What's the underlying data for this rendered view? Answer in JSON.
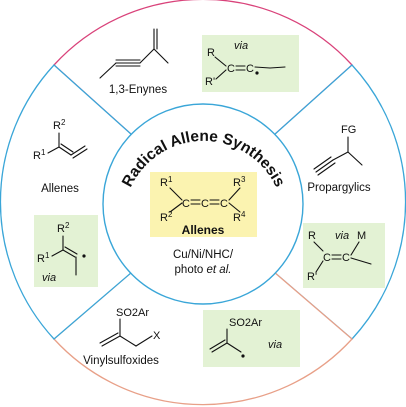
{
  "center": {
    "title": "Radical Allene Synthesis",
    "product_label": "Allenes",
    "product_atoms": [
      "R",
      "1",
      "R",
      "2",
      "C",
      "C",
      "C",
      "R",
      "3",
      "R",
      "4"
    ],
    "conditions_line1": "Cu/Ni/NHC/",
    "conditions_line2_pre": "photo ",
    "conditions_line2_em": "et al."
  },
  "segments": {
    "top": {
      "label": "1,3-Enynes",
      "via": "via",
      "atoms": [
        "R",
        "R'",
        "C",
        "C"
      ]
    },
    "right": {
      "label": "Propargylics",
      "via": "via",
      "fg": "FG",
      "atoms": [
        "R",
        "R'",
        "C",
        "C",
        "M"
      ]
    },
    "bottom": {
      "label": "Vinylsulfoxides",
      "via": "via",
      "so2ar": "SO2Ar",
      "x": "X"
    },
    "left": {
      "label": "Allenes",
      "via": "via",
      "atoms": [
        "R",
        "2",
        "R",
        "1"
      ]
    }
  },
  "colors": {
    "top_ring": "#d9427a",
    "right_ring": "#3aa6d8",
    "bottom_ring": "#e8a088",
    "left_ring": "#3aa6d8",
    "center_ring": "#3aa6d8",
    "green_box": "#e3f2d4",
    "yellow_box": "#fbf3b0"
  }
}
